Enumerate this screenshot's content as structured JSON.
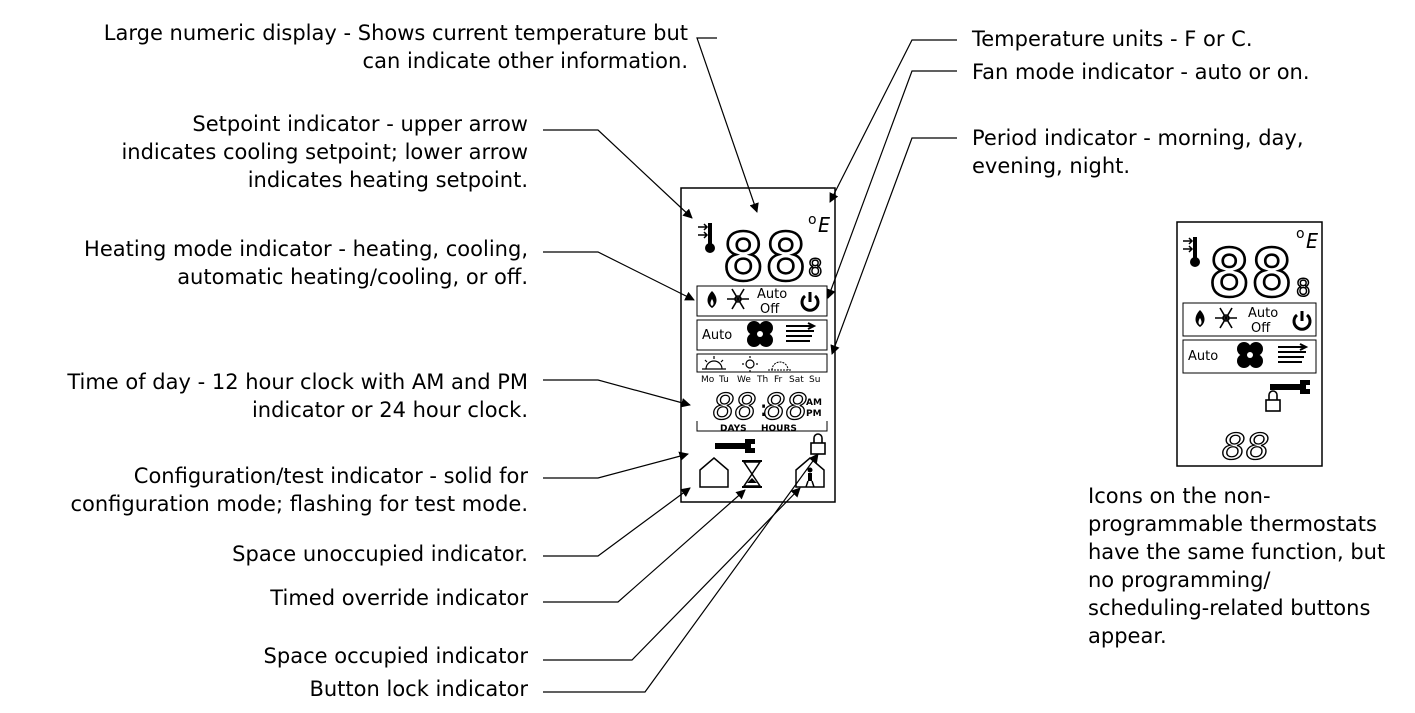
{
  "labels": {
    "large_display": [
      "Large numeric display - Shows current temperature but",
      "can indicate other information."
    ],
    "setpoint": [
      "Setpoint indicator - upper arrow",
      "indicates cooling setpoint; lower arrow",
      "indicates heating setpoint."
    ],
    "heating_mode": [
      "Heating mode indicator - heating, cooling,",
      "automatic heating/cooling, or off."
    ],
    "time_of_day": [
      "Time of day - 12 hour clock with AM and PM",
      "indicator or 24 hour clock."
    ],
    "config_test": [
      "Configuration/test indicator - solid for",
      "configuration mode; flashing for test mode."
    ],
    "space_unoccupied": "Space unoccupied indicator.",
    "timed_override": "Timed override indicator",
    "space_occupied": "Space occupied indicator",
    "button_lock": "Button lock indicator",
    "temp_units": "Temperature units - F or C.",
    "fan_mode": "Fan mode indicator - auto or on.",
    "period": [
      "Period indicator - morning, day,",
      "evening, night."
    ],
    "nonprog_note": [
      "Icons on the non-",
      "programmable thermostats",
      "have the same function, but",
      "no programming/",
      "scheduling-related buttons",
      "appear."
    ]
  },
  "lcd": {
    "main_digits": "88",
    "decimal_digit": "8",
    "units_top": "o",
    "units_bottom": "E",
    "auto_top": "Auto",
    "auto_off": "Off",
    "fan_auto": "Auto",
    "days": [
      "Mo",
      "Tu",
      "We",
      "Th",
      "Fr",
      "Sat",
      "Su"
    ],
    "clock_hours": "88",
    "clock_minutes": "88",
    "clock_sep": ":",
    "am": "AM",
    "pm": "PM",
    "days_label": "DAYS",
    "hours_label": "HOURS",
    "small_digits": "88"
  },
  "colors": {
    "line": "#000000",
    "background": "#ffffff"
  }
}
